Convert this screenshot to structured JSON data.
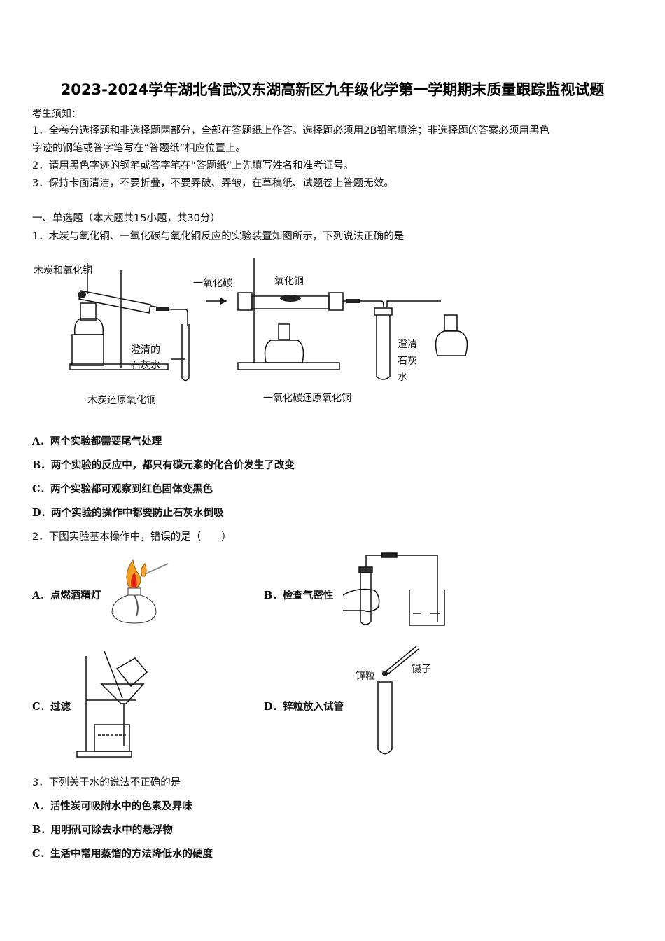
{
  "title": "2023-2024学年湖北省武汉东湖高新区九年级化学第一学期期末质量跟踪监视试题",
  "notice": {
    "heading": "考生须知：",
    "items": [
      "1．全卷分选择题和非选择题两部分，全部在答题纸上作答。选择题必须用2B铅笔填涂；非选择题的答案必须用黑色",
      "字迹的钢笔或答字笔写在“答题纸”相应位置上。",
      "2．请用黑色字迹的钢笔或答字笔在“答题纸”上先填写姓名和准考证号。",
      "3．保持卡面清洁，不要折叠，不要弄破、弄皱，在草稿纸、试题卷上答题无效。"
    ]
  },
  "section": "一、单选题（本大题共15小题，共30分）",
  "q1": {
    "stem": "1．木炭与氧化铜、一氧化碳与氧化铜反应的实验装置如图所示，下列说法正确的是",
    "figure": {
      "left_label_top": "木炭和氧化铜",
      "left_label_lime_1": "澄清的",
      "left_label_lime_2": "石灰水",
      "left_caption": "木炭还原氧化铜",
      "right_label_co": "一氧化碳",
      "right_label_cuo": "氧化铜",
      "right_label_lime_1": "澄清",
      "right_label_lime_2": "石灰",
      "right_label_lime_3": "水",
      "right_caption": "一氧化碳还原氧化铜"
    },
    "options": [
      "A．两个实验都需要尾气处理",
      "B．两个实验的反应中，都只有碳元素的化合价发生了改变",
      "C．两个实验都可观察到红色固体变黑色",
      "D．两个实验的操作中都要防止石灰水倒吸"
    ]
  },
  "q2": {
    "stem": "2．下图实验基本操作中，错误的是（　　）",
    "options": [
      "A．点燃酒精灯",
      "B．检查气密性",
      "C．过滤",
      "D．锌粒放入试管"
    ],
    "figure_labels": {
      "zinc": "锌粒",
      "tweezers": "镊子"
    }
  },
  "q3": {
    "stem": "3．下列关于水的说法不正确的是",
    "options": [
      "A．活性炭可吸附水中的色素及异味",
      "B．用明矾可除去水中的悬浮物",
      "C．生活中常用蒸馏的方法降低水的硬度"
    ]
  },
  "colors": {
    "flame_outer": "#f0a020",
    "flame_inner": "#e02010"
  }
}
